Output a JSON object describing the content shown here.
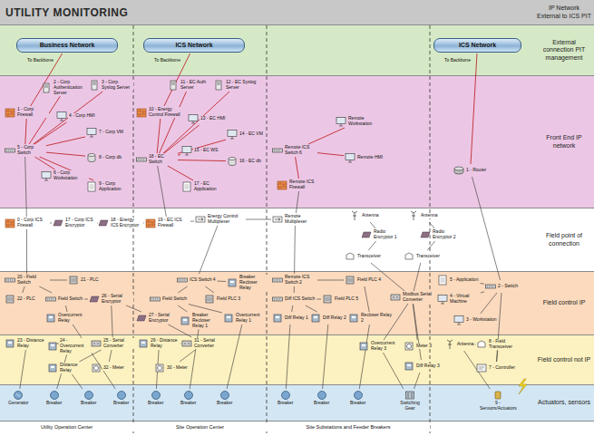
{
  "diagram": {
    "title": "UTILITY MONITORING",
    "nodes": [
      {
        "text": [
          "IP Network External to ICS PIT"
        ]
      },
      {
        "text": [
          "External connection PIT management"
        ]
      },
      {
        "text": [
          "Front End IP network"
        ]
      },
      {
        "text": [
          "Field point of connection"
        ]
      },
      {
        "text": [
          "Field control IP"
        ]
      },
      {
        "text": [
          "Field control not IP"
        ]
      },
      {
        "text": [
          "Actuators, sensors"
        ]
      },
      {
        "text": [
          "Business Network"
        ],
        "in": 1
      },
      {
        "text": [
          "ICS Network"
        ],
        "in": 1
      },
      {
        "text": [
          "ICS Network"
        ],
        "in": 1
      },
      {
        "text": [
          "1 - Corp Firewall"
        ],
        "in": 2
      },
      {
        "text": [
          "2 - Corp Authentication Server"
        ],
        "in": 2
      },
      {
        "text": [
          "3 - Corp Syslog Server"
        ],
        "in": 2
      },
      {
        "text": [
          "4 - Corp HMI"
        ],
        "in": 2
      },
      {
        "text": [
          "5 - Corp Switch"
        ],
        "in": 2
      },
      {
        "text": [
          "6 - Corp Workstation"
        ],
        "in": 2
      },
      {
        "text": [
          "7 - Corp VM"
        ],
        "in": 2
      },
      {
        "text": [
          "8 - Corp db"
        ],
        "in": 2
      },
      {
        "text": [
          "9 - Corp Application"
        ],
        "in": 2
      },
      {
        "text": [
          "10 - Energy Control Firewall"
        ],
        "in": 2
      },
      {
        "text": [
          "11 - EC Auth Server"
        ],
        "in": 2
      },
      {
        "text": [
          "12 - EC Syslog Server"
        ],
        "in": 2
      },
      {
        "text": [
          "13 - EC HMI"
        ],
        "in": 2
      },
      {
        "text": [
          "14 - EC VM"
        ],
        "in": 2
      },
      {
        "text": [
          "18 - EC Switch"
        ],
        "in": 2
      },
      {
        "text": [
          "15 - EC WS"
        ],
        "in": 2
      },
      {
        "text": [
          "16 - EC db"
        ],
        "in": 2
      },
      {
        "text": [
          "17 - EC Application"
        ],
        "in": 2
      },
      {
        "text": [
          "Remote Workstation"
        ],
        "in": 2
      },
      {
        "text": [
          "Remote ICS Switch 6"
        ],
        "in": 2
      },
      {
        "text": [
          "Remote HMI"
        ],
        "in": 2
      },
      {
        "text": [
          "Remote ICS Firewall"
        ],
        "in": 2
      },
      {
        "text": [
          "1 - Router"
        ],
        "in": 2
      },
      {
        "text": [
          "0 - Corp ICS Firewall"
        ],
        "in": 3
      },
      {
        "text": [
          "17 - Corp ICS Encryptor"
        ],
        "in": 3
      },
      {
        "text": [
          "18 - Energy ICS Encryptor"
        ],
        "in": 3
      },
      {
        "text": [
          "19 - EC ICS Firewall"
        ],
        "in": 3
      },
      {
        "text": [
          "Energy Control Multiplexer"
        ],
        "in": 3
      },
      {
        "text": [
          "Remote Multiplexer"
        ],
        "in": 3
      },
      {
        "text": [
          "Antenna"
        ],
        "in": 3
      },
      {
        "text": [
          "Radio Encryptor 1"
        ],
        "in": 3
      },
      {
        "text": [
          "Transceiver"
        ],
        "in": 3
      },
      {
        "text": [
          "Antenna"
        ],
        "in": 3
      },
      {
        "text": [
          "Radio Encryptor 2"
        ],
        "in": 3
      },
      {
        "text": [
          "Transceiver"
        ],
        "in": 3
      },
      {
        "text": [
          "20 - Field Switch"
        ],
        "in": 4
      },
      {
        "text": [
          "21 - PLC"
        ],
        "in": 4
      },
      {
        "text": [
          "22 - PLC"
        ],
        "in": 4
      },
      {
        "text": [
          "Field Switch"
        ],
        "in": 4
      },
      {
        "text": [
          "Overcurrent Relay"
        ],
        "in": 4
      },
      {
        "text": [
          "26 - Serial Encryptor"
        ],
        "in": 4
      },
      {
        "text": [
          "27 - Serial Encryptor"
        ],
        "in": 4
      },
      {
        "text": [
          "ICS Switch 4"
        ],
        "in": 4
      },
      {
        "text": [
          "Field Switch"
        ],
        "in": 4
      },
      {
        "text": [
          "Field PLC 3"
        ],
        "in": 4
      },
      {
        "text": [
          "Breaker Recloser Relay 1"
        ],
        "in": 4
      },
      {
        "text": [
          "Overcurrent Relay 1"
        ],
        "in": 4
      },
      {
        "text": [
          "Breaker Recloser Relay"
        ],
        "in": 4
      },
      {
        "text": [
          "Remote ICS Switch 2"
        ],
        "in": 4
      },
      {
        "text": [
          "Field PLC 4"
        ],
        "in": 4
      },
      {
        "text": [
          "Diff ICS Switch"
        ],
        "in": 4
      },
      {
        "text": [
          "Field PLC 5"
        ],
        "in": 4
      },
      {
        "text": [
          "Diff Relay 1"
        ],
        "in": 4
      },
      {
        "text": [
          "Diff Relay 2"
        ],
        "in": 4
      },
      {
        "text": [
          "Recloser Relay 2"
        ],
        "in": 4
      },
      {
        "text": [
          "Modbus Serial Converter"
        ],
        "in": 4
      },
      {
        "text": [
          "5 - Application"
        ],
        "in": 4
      },
      {
        "text": [
          "4 - Virtual Machine"
        ],
        "in": 4
      },
      {
        "text": [
          "3 - Workstation"
        ],
        "in": 4
      },
      {
        "text": [
          "2 - Switch"
        ],
        "in": 4
      },
      {
        "text": [
          "23 - Distance Relay"
        ],
        "in": 5
      },
      {
        "text": [
          "24 - Overcurrent Relay"
        ],
        "in": 5
      },
      {
        "text": [
          "25 - Serial Converter"
        ],
        "in": 5
      },
      {
        "text": [
          "Distance Relay"
        ],
        "in": 5
      },
      {
        "text": [
          "32 - Meter"
        ],
        "in": 5
      },
      {
        "text": [
          "31 - Serial Converter"
        ],
        "in": 5
      },
      {
        "text": [
          "29 - Distance Relay"
        ],
        "in": 5
      },
      {
        "text": [
          "30 - Meter"
        ],
        "in": 5
      },
      {
        "text": [
          "Overcurrent Relay 3"
        ],
        "in": 5
      },
      {
        "text": [
          "Meter 3"
        ],
        "in": 5
      },
      {
        "text": [
          "Diff Relay 3"
        ],
        "in": 5
      },
      {
        "text": [
          "Antenna"
        ],
        "in": 5
      },
      {
        "text": [
          "8 - Field Transceiver"
        ],
        "in": 5
      },
      {
        "text": [
          "7 - Controller"
        ],
        "in": 5
      },
      {
        "text": [
          "Generator"
        ],
        "in": 6
      },
      {
        "text": [
          "Breaker"
        ],
        "in": 6
      },
      {
        "text": [
          "Breaker"
        ],
        "in": 6
      },
      {
        "text": [
          "Breaker"
        ],
        "in": 6
      },
      {
        "text": [
          "Breaker"
        ],
        "in": 6
      },
      {
        "text": [
          "Breaker"
        ],
        "in": 6
      },
      {
        "text": [
          "Breaker"
        ],
        "in": 6
      },
      {
        "text": [
          "Breaker"
        ],
        "in": 6
      },
      {
        "text": [
          "Breaker"
        ],
        "in": 6
      },
      {
        "text": [
          "Breaker"
        ],
        "in": 6
      },
      {
        "text": [
          "Switching Gear"
        ],
        "in": 6
      },
      {
        "text": [
          "9 - Sensors/Actuators"
        ],
        "in": 6
      }
    ],
    "edges": [
      {
        "from": 7,
        "to": 10,
        "arrow": "none"
      },
      {
        "from": 10,
        "to": 14,
        "arrow": "none"
      },
      {
        "from": 14,
        "to": 11,
        "arrow": "none"
      },
      {
        "from": 14,
        "to": 12,
        "arrow": "none"
      },
      {
        "from": 14,
        "to": 13,
        "arrow": "none"
      },
      {
        "from": 14,
        "to": 15,
        "arrow": "none"
      },
      {
        "from": 14,
        "to": 16,
        "arrow": "none"
      },
      {
        "from": 14,
        "to": 17,
        "arrow": "none"
      },
      {
        "from": 14,
        "to": 18,
        "arrow": "none"
      },
      {
        "from": 14,
        "to": 33,
        "arrow": "none"
      },
      {
        "from": 33,
        "to": 34,
        "arrow": "none"
      },
      {
        "from": 34,
        "to": 35,
        "arrow": "none"
      },
      {
        "from": 35,
        "to": 36,
        "arrow": "none"
      },
      {
        "from": 36,
        "to": 24,
        "arrow": "none"
      },
      {
        "from": 8,
        "to": 19,
        "arrow": "none"
      },
      {
        "from": 19,
        "to": 24,
        "arrow": "none"
      },
      {
        "from": 24,
        "to": 20,
        "arrow": "none"
      },
      {
        "from": 24,
        "to": 21,
        "arrow": "none"
      },
      {
        "from": 24,
        "to": 22,
        "arrow": "none"
      },
      {
        "from": 24,
        "to": 23,
        "arrow": "none"
      },
      {
        "from": 24,
        "to": 25,
        "arrow": "none"
      },
      {
        "from": 24,
        "to": 26,
        "arrow": "none"
      },
      {
        "from": 24,
        "to": 27,
        "arrow": "none"
      },
      {
        "from": 36,
        "to": 37,
        "arrow": "none"
      },
      {
        "from": 37,
        "to": 38,
        "arrow": "none"
      },
      {
        "from": 37,
        "to": 52,
        "arrow": "none"
      },
      {
        "from": 38,
        "to": 58,
        "arrow": "none"
      },
      {
        "from": 38,
        "to": 31,
        "arrow": "none"
      },
      {
        "from": 31,
        "to": 29,
        "arrow": "none"
      },
      {
        "from": 29,
        "to": 28,
        "arrow": "none"
      },
      {
        "from": 29,
        "to": 30,
        "arrow": "none"
      },
      {
        "from": 33,
        "to": 45,
        "arrow": "none"
      },
      {
        "from": 45,
        "to": 46,
        "arrow": "none"
      },
      {
        "from": 45,
        "to": 47,
        "arrow": "none"
      },
      {
        "from": 45,
        "to": 48,
        "arrow": "none"
      },
      {
        "from": 48,
        "to": 49,
        "arrow": "none"
      },
      {
        "from": 48,
        "to": 50,
        "arrow": "none"
      },
      {
        "from": 50,
        "to": 51,
        "arrow": "none"
      },
      {
        "from": 50,
        "to": 72,
        "arrow": "none"
      },
      {
        "from": 51,
        "to": 75,
        "arrow": "none"
      },
      {
        "from": 52,
        "to": 53,
        "arrow": "none"
      },
      {
        "from": 52,
        "to": 54,
        "arrow": "none"
      },
      {
        "from": 52,
        "to": 57,
        "arrow": "none"
      },
      {
        "from": 53,
        "to": 55,
        "arrow": "none"
      },
      {
        "from": 53,
        "to": 56,
        "arrow": "none"
      },
      {
        "from": 58,
        "to": 60,
        "arrow": "none"
      },
      {
        "from": 58,
        "to": 59,
        "arrow": "none"
      },
      {
        "from": 60,
        "to": 61,
        "arrow": "none"
      },
      {
        "from": 60,
        "to": 62,
        "arrow": "none"
      },
      {
        "from": 60,
        "to": 63,
        "arrow": "none"
      },
      {
        "from": 59,
        "to": 64,
        "arrow": "none"
      },
      {
        "from": 39,
        "to": 40,
        "arrow": "none"
      },
      {
        "from": 40,
        "to": 41,
        "arrow": "none"
      },
      {
        "from": 42,
        "to": 43,
        "arrow": "none"
      },
      {
        "from": 43,
        "to": 44,
        "arrow": "none"
      },
      {
        "from": 41,
        "to": 65,
        "arrow": "none"
      },
      {
        "from": 44,
        "to": 65,
        "arrow": "none"
      },
      {
        "from": 65,
        "to": 78,
        "arrow": "none"
      },
      {
        "from": 65,
        "to": 79,
        "arrow": "none"
      },
      {
        "from": 65,
        "to": 80,
        "arrow": "none"
      },
      {
        "from": 9,
        "to": 32,
        "arrow": "none"
      },
      {
        "from": 32,
        "to": 69,
        "arrow": "none"
      },
      {
        "from": 69,
        "to": 66,
        "arrow": "none"
      },
      {
        "from": 69,
        "to": 67,
        "arrow": "none"
      },
      {
        "from": 69,
        "to": 68,
        "arrow": "none"
      },
      {
        "from": 69,
        "to": 83,
        "arrow": "none"
      },
      {
        "from": 83,
        "to": 82,
        "arrow": "none"
      },
      {
        "from": 82,
        "to": 81,
        "arrow": "none"
      },
      {
        "from": 70,
        "to": 84,
        "arrow": "none"
      },
      {
        "from": 71,
        "to": 85,
        "arrow": "none"
      },
      {
        "from": 72,
        "to": 71,
        "arrow": "none"
      },
      {
        "from": 72,
        "to": 70,
        "arrow": "none"
      },
      {
        "from": 72,
        "to": 73,
        "arrow": "none"
      },
      {
        "from": 72,
        "to": 74,
        "arrow": "none"
      },
      {
        "from": 73,
        "to": 86,
        "arrow": "none"
      },
      {
        "from": 49,
        "to": 87,
        "arrow": "none"
      },
      {
        "from": 76,
        "to": 88,
        "arrow": "none"
      },
      {
        "from": 75,
        "to": 76,
        "arrow": "none"
      },
      {
        "from": 75,
        "to": 77,
        "arrow": "none"
      },
      {
        "from": 55,
        "to": 89,
        "arrow": "none"
      },
      {
        "from": 56,
        "to": 90,
        "arrow": "none"
      },
      {
        "from": 62,
        "to": 91,
        "arrow": "none"
      },
      {
        "from": 63,
        "to": 92,
        "arrow": "none"
      },
      {
        "from": 64,
        "to": 93,
        "arrow": "none"
      },
      {
        "from": 78,
        "to": 94,
        "arrow": "none"
      },
      {
        "from": 80,
        "to": 94,
        "arrow": "none"
      },
      {
        "from": 81,
        "to": 95,
        "arrow": "none"
      }
    ],
    "labels": [
      "To Backbone",
      "To Backbone",
      "To Backbone",
      "Utility Operation Center",
      "Site Operation Center",
      "Site Substations and Feeder Breakers"
    ]
  }
}
